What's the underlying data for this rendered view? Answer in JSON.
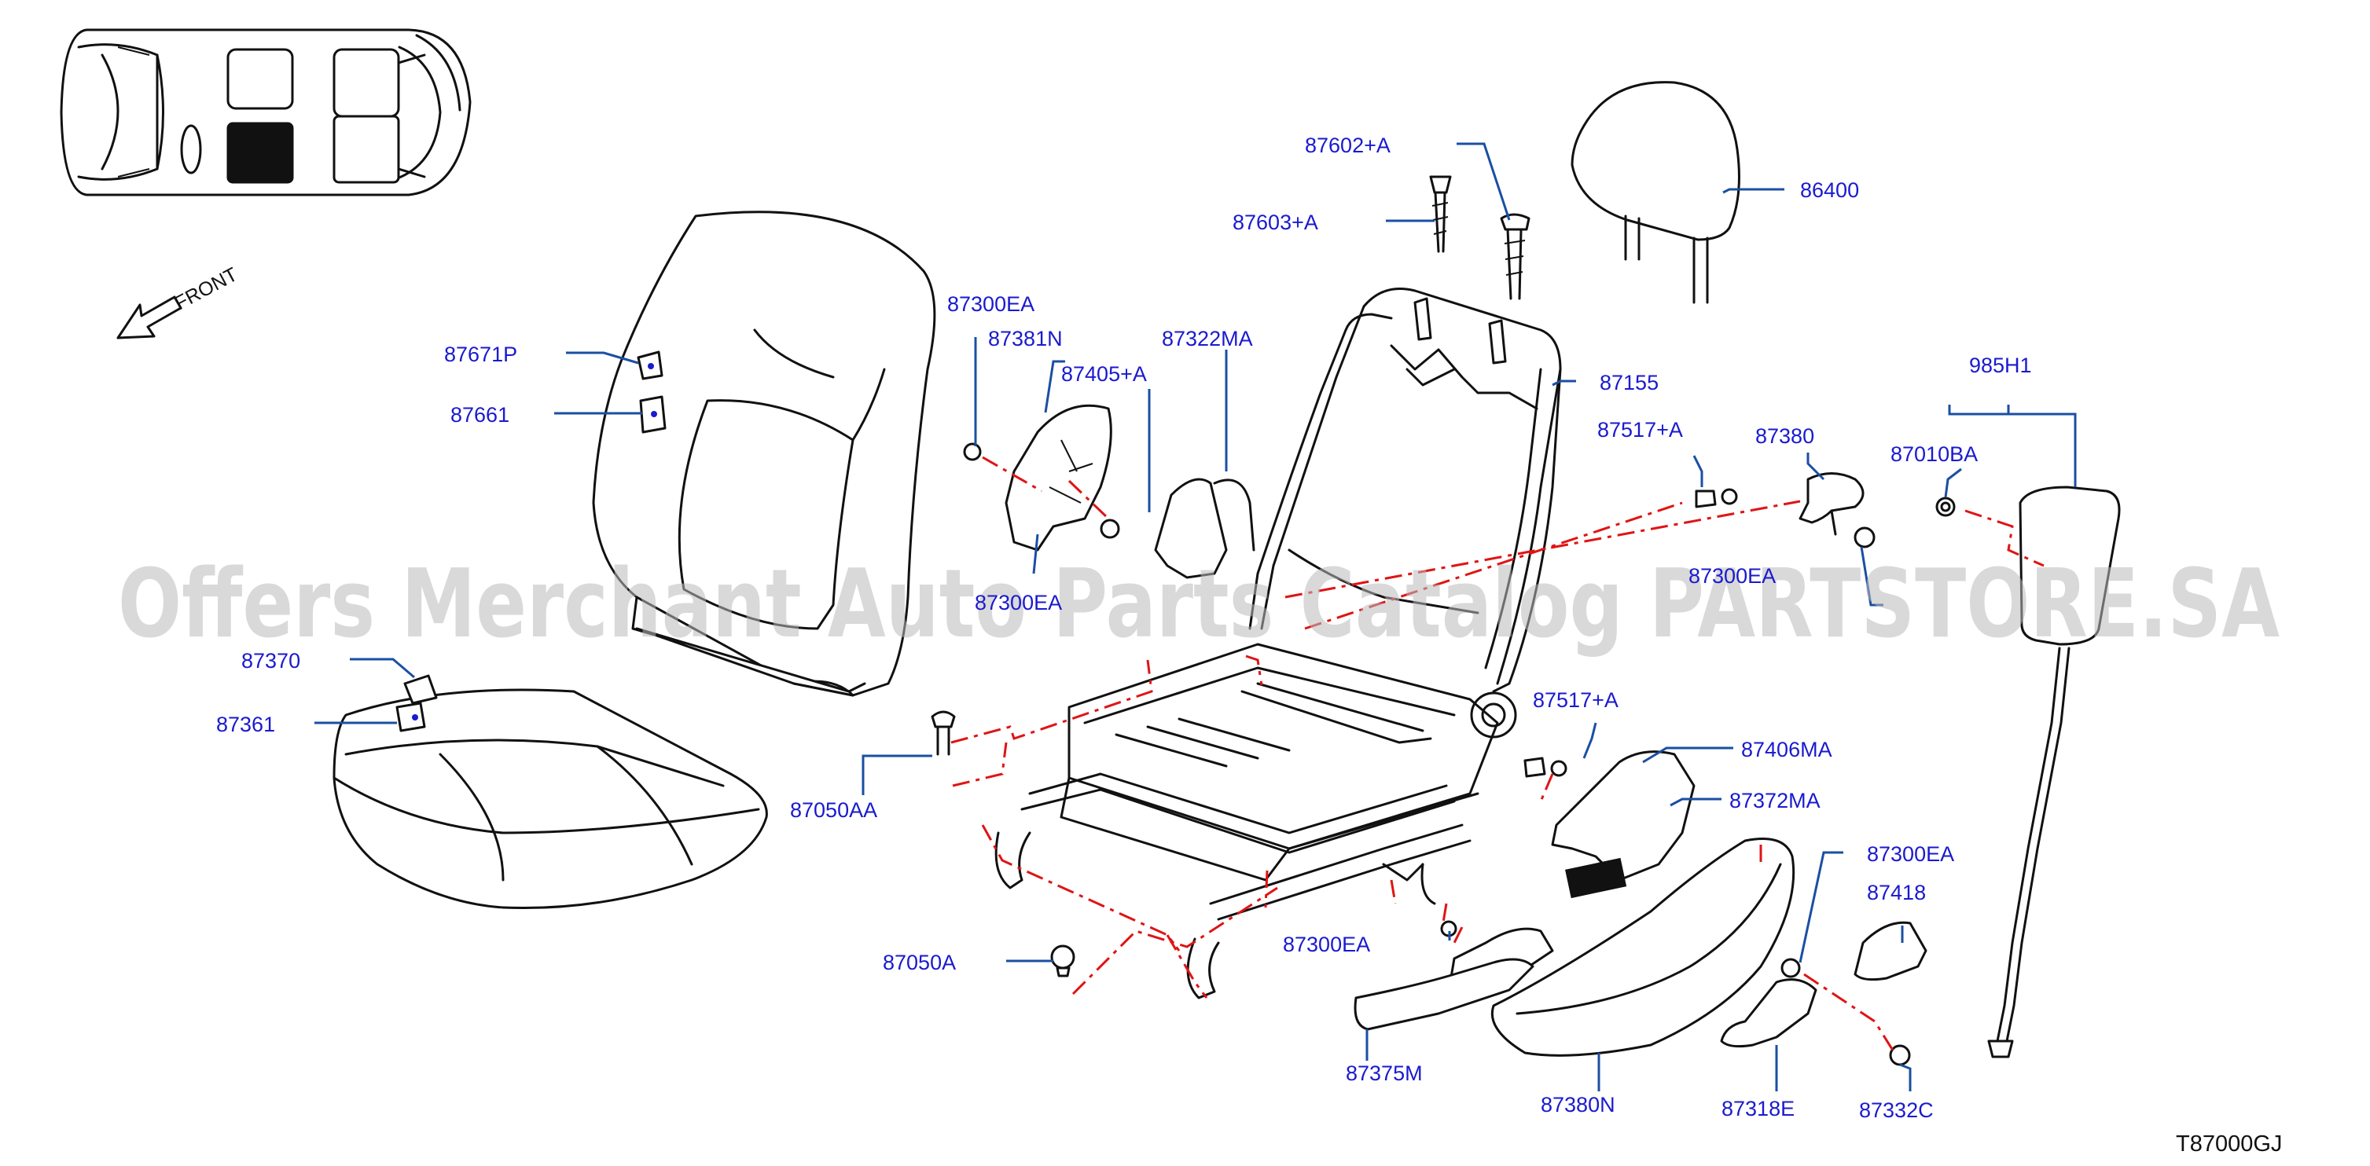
{
  "diagram_code": "T87000GJ",
  "front_label": "FRONT",
  "watermark": "Offers Merchant Auto Parts Catalog PARTSTORE.SA",
  "parts": {
    "p87602a": "87602+A",
    "p87603a": "87603+A",
    "p86400": "86400",
    "p87155": "87155",
    "p87300ea_1": "87300EA",
    "p87381n": "87381N",
    "p87405a": "87405+A",
    "p87322ma": "87322MA",
    "p87300ea_2": "87300EA",
    "p87671p": "87671P",
    "p87661": "87661",
    "p87517a_1": "87517+A",
    "p87380": "87380",
    "p87010ba": "87010BA",
    "p985h1": "985H1",
    "p87300ea_3": "87300EA",
    "p87370": "87370",
    "p87361": "87361",
    "p87517a_2": "87517+A",
    "p87406ma": "87406MA",
    "p87372ma": "87372MA",
    "p87050aa": "87050AA",
    "p87300ea_4": "87300EA",
    "p87418": "87418",
    "p87300ea_5": "87300EA",
    "p87050a": "87050A",
    "p87375m": "87375M",
    "p87380n": "87380N",
    "p87318e": "87318E",
    "p87332c": "87332C"
  }
}
